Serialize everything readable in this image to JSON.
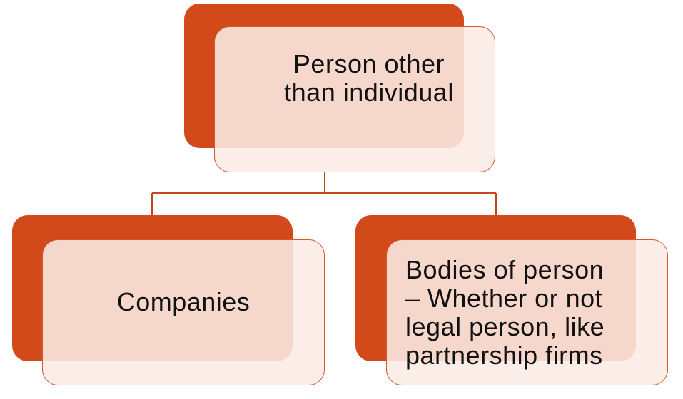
{
  "diagram": {
    "nodes": [
      {
        "id": "root",
        "label": "Person other\nthan individual"
      },
      {
        "id": "companies",
        "label": "Companies"
      },
      {
        "id": "bodies",
        "label": "Bodies of person\n– Whether or not\nlegal person, like\npartnership firms"
      }
    ],
    "edges": [
      {
        "from": "root",
        "to": "companies"
      },
      {
        "from": "root",
        "to": "bodies"
      }
    ],
    "colors": {
      "accent": "#d24a1a",
      "box_fill": "#fbeae4",
      "border": "#d9562a",
      "text": "#111111"
    }
  }
}
